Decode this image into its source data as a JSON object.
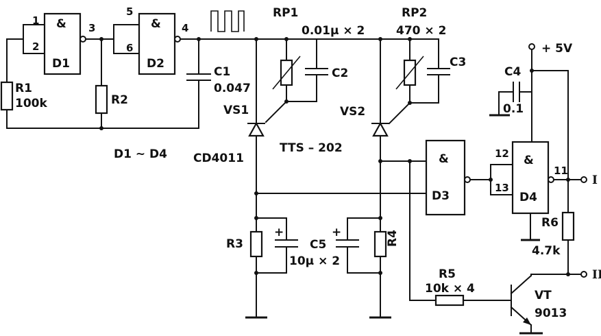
{
  "labels": {
    "d1": "D1",
    "d2": "D2",
    "d3": "D3",
    "d4": "D4",
    "and": "&",
    "pin1": "1",
    "pin2": "2",
    "pin3": "3",
    "pin4": "4",
    "pin5": "5",
    "pin6": "6",
    "pin11": "11",
    "pin12": "12",
    "pin13": "13",
    "r1": "R1",
    "r1_val": "100k",
    "r2": "R2",
    "c1": "C1",
    "c1_val": "0.047",
    "rp1": "RP1",
    "rp1_val": "0.01μ × 2",
    "rp2": "RP2",
    "rp2_val": "470 × 2",
    "c2": "C2",
    "c3": "C3",
    "c4": "C4",
    "c4_val": "0.1",
    "vcc": "+ 5V",
    "vs1": "VS1",
    "vs2": "VS2",
    "d1d4": "D1 ~ D4",
    "cd4011": "CD4011",
    "tts202": "TTS – 202",
    "r3": "R3",
    "r4": "R4",
    "c5": "C5",
    "c5_val": "10μ × 2",
    "r5": "R5",
    "r5_val": "10k × 4",
    "r6": "R6",
    "r6_val": "4.7k",
    "vt": "VT",
    "vt_val": "9013",
    "out1": "I",
    "out2": "II",
    "plus": "+"
  }
}
